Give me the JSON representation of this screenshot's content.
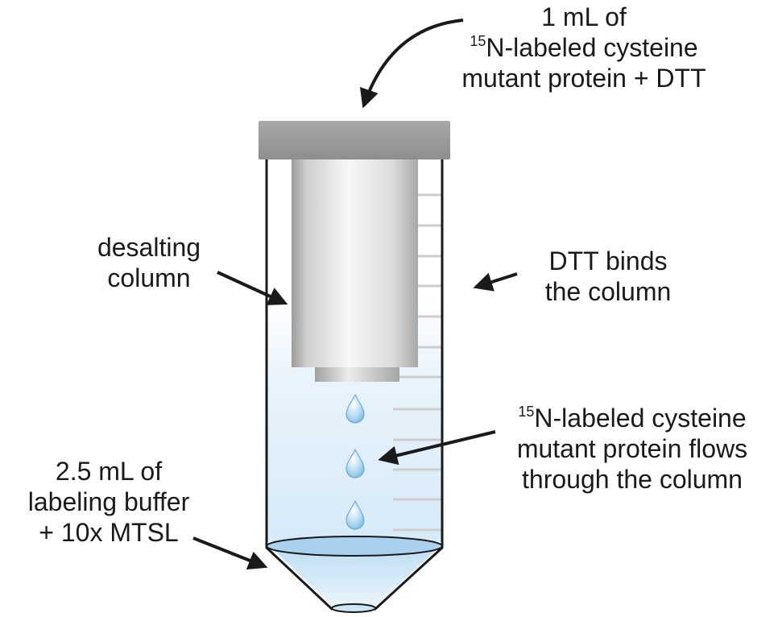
{
  "labels": {
    "sample": {
      "line1": "1 mL of",
      "line2_sup": "15",
      "line2": "N-labeled cysteine",
      "line3": "mutant protein + DTT"
    },
    "column": {
      "line1": "desalting",
      "line2": "column"
    },
    "dtt": {
      "line1": "DTT binds",
      "line2": "the column"
    },
    "flow": {
      "line1_sup": "15",
      "line1": "N-labeled cysteine",
      "line2": "mutant protein flows",
      "line3": "through the column"
    },
    "buffer": {
      "line1": "2.5 mL of",
      "line2": "labeling buffer",
      "line3": "+ 10x MTSL"
    }
  },
  "colors": {
    "text": "#1a1a1a",
    "cap": "#9a9a9a",
    "column_light": "#f2f2f2",
    "column_dark": "#b5b5b5",
    "liquid": "#dfeefa",
    "drop": "#9fd0ef",
    "tube_outline": "#1a1a1a",
    "graduation": "#c9c9c9"
  }
}
